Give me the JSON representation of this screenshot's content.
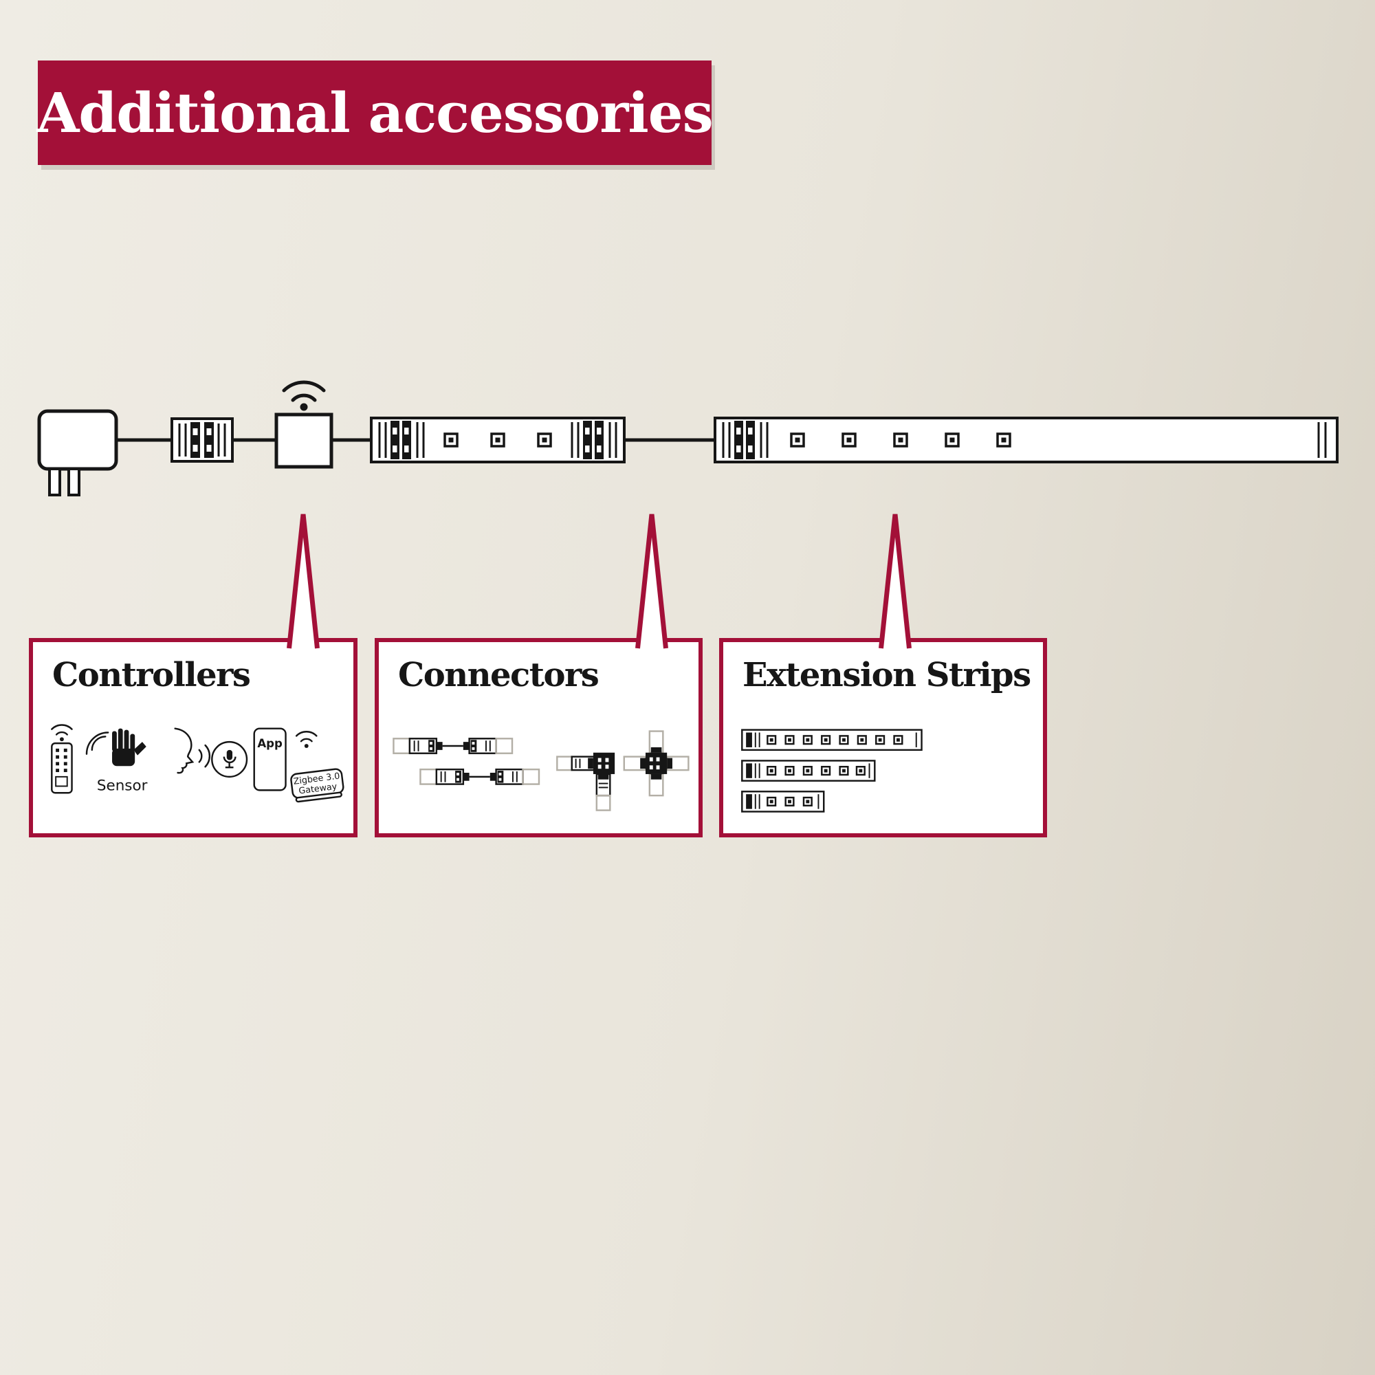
{
  "style": {
    "background_top": "#efece4",
    "background_bottom": "#d8d2c5",
    "accent": "#a31038",
    "line": "#161616",
    "ghost": "#b3afa6",
    "text": "#161616",
    "panel": "#ffffff"
  },
  "title": {
    "label": "Additional accessories"
  },
  "diagram": {
    "icons": [
      "power-adapter-icon",
      "clip-connector-icon",
      "smart-controller-icon",
      "wifi-signal-icon",
      "led-strip-segment-icon",
      "led-strip-long-icon"
    ]
  },
  "callouts": {
    "controllers": {
      "title": "Controllers",
      "sensor_label": "Sensor",
      "app_label": "App",
      "gateway_label_line1": "Zigbee 3.0",
      "gateway_label_line2": "Gateway",
      "icons": [
        "remote-control-icon",
        "motion-sensor-icon",
        "voice-assistant-icon",
        "smartphone-app-icon",
        "wifi-signal-icon",
        "zigbee-gateway-icon"
      ]
    },
    "connectors": {
      "title": "Connectors",
      "icons": [
        "straight-connector-icon",
        "corner-connector-icon",
        "cross-connector-icon"
      ]
    },
    "extension_strips": {
      "title": "Extension Strips",
      "icons": [
        "strip-long-icon",
        "strip-medium-icon",
        "strip-short-icon"
      ]
    }
  }
}
